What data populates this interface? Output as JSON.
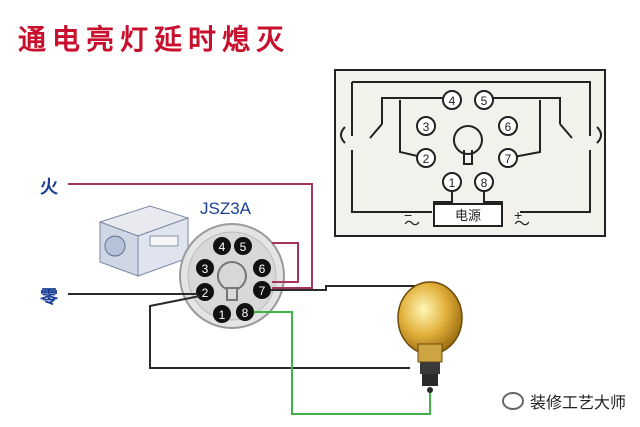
{
  "title": "通电亮灯延时熄灭",
  "labels": {
    "fire": "火",
    "zero": "零",
    "model": "JSZ3A",
    "power": "电源",
    "ac_minus": "～",
    "ac_plus": "～"
  },
  "pins": [
    "1",
    "2",
    "3",
    "4",
    "5",
    "6",
    "7",
    "8"
  ],
  "watermark": "装修工艺大师",
  "colors": {
    "title": "#c8102e",
    "live_wire": "#a8325a",
    "neutral_wire": "#2a2a2a",
    "lamp_wire": "#3fb24a"
  }
}
